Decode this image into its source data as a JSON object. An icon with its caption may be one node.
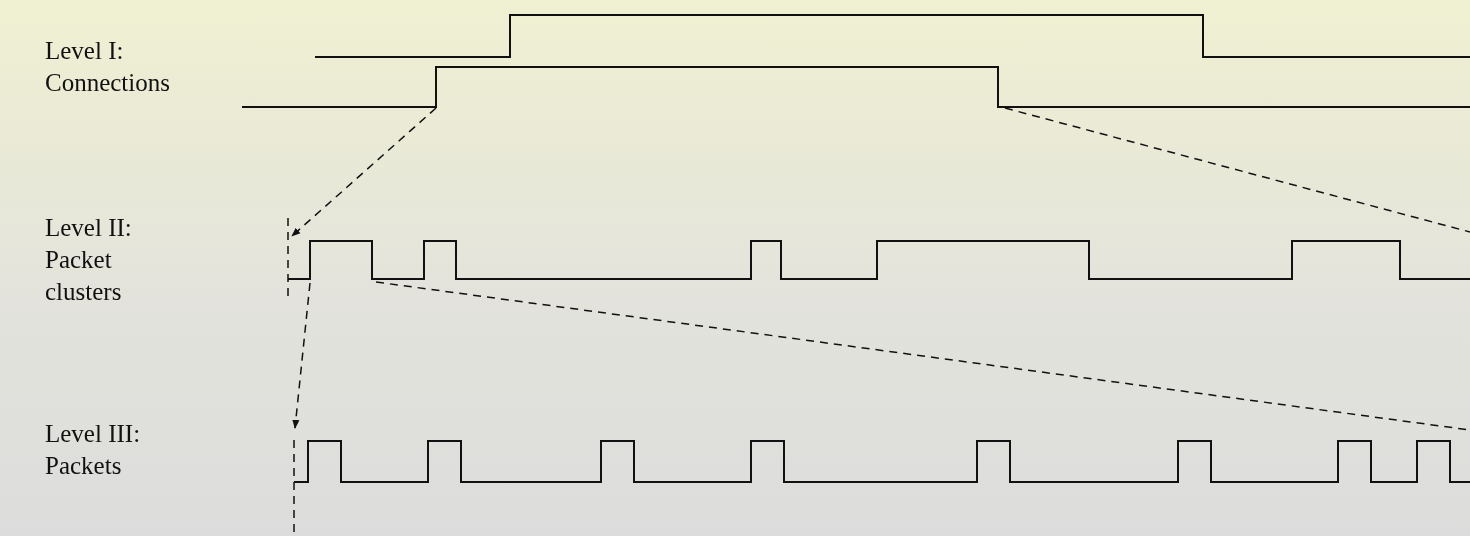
{
  "diagram": {
    "labels": [
      "Level I: Connections",
      "Level II: Packet clusters",
      "Level III: Packets"
    ]
  }
}
